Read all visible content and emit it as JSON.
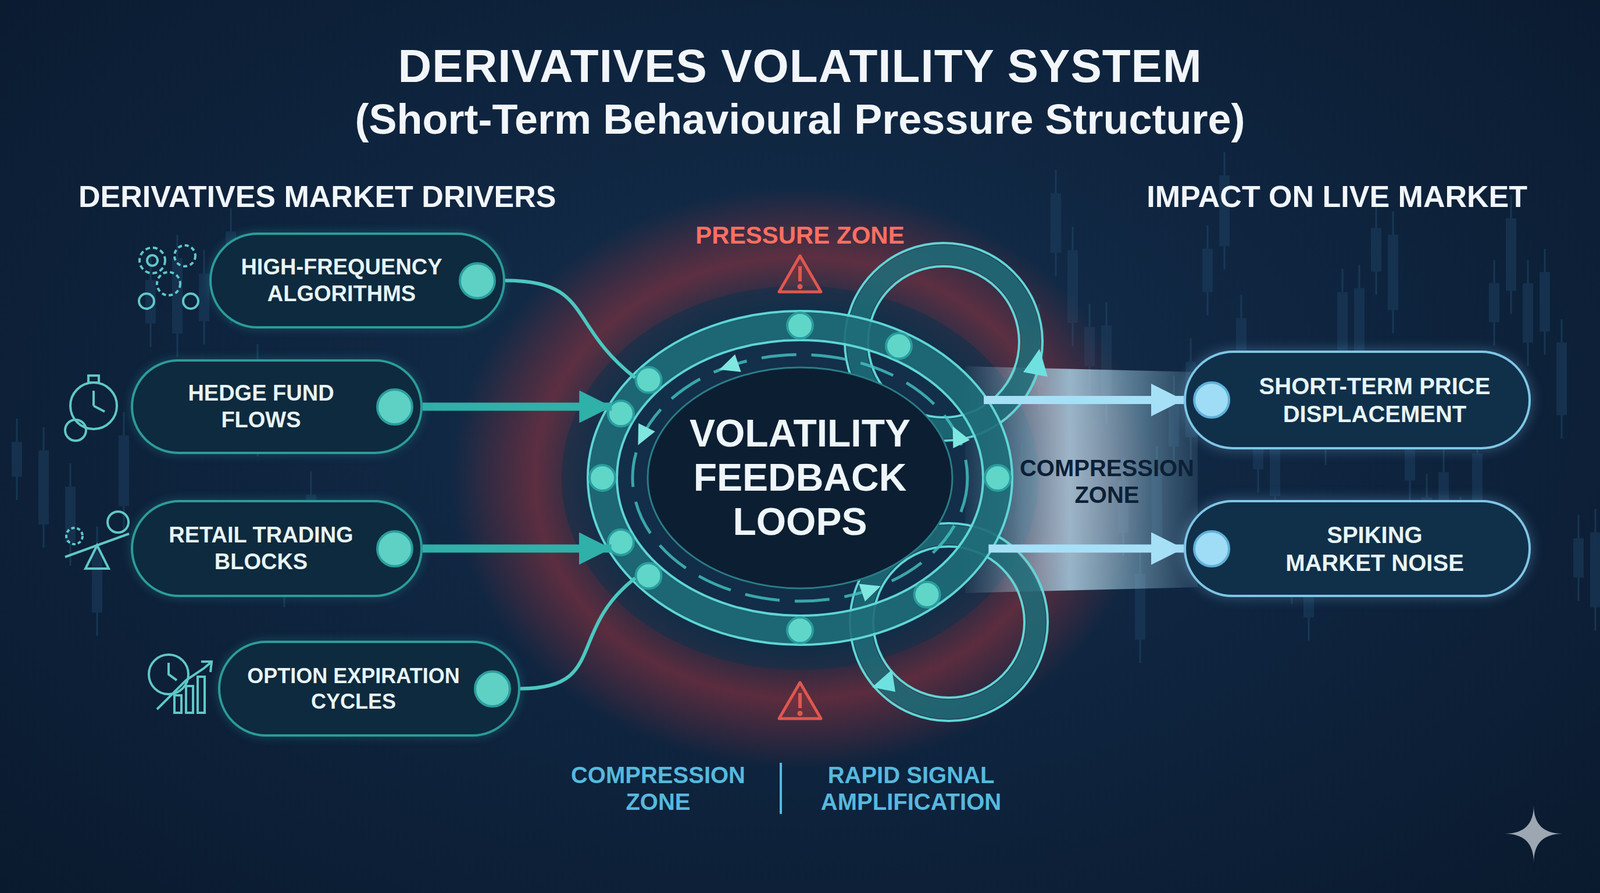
{
  "diagram": {
    "title": "DERIVATIVES VOLATILITY SYSTEM",
    "nodes": [
      {
        "text": [
          "HIGH-FREQUENCY ALGORITHMS"
        ]
      },
      {
        "text": [
          "HEDGE FUND FLOWS"
        ]
      },
      {
        "text": [
          "RETAIL TRADING BLOCKS"
        ]
      },
      {
        "text": [
          "OPTION EXPIRATION CYCLES"
        ]
      },
      {
        "text": [
          "VOLATILITY FEEDBACK LOOPS"
        ]
      },
      {
        "text": [
          "SHORT-TERM PRICE DISPLACEMENT"
        ]
      },
      {
        "text": [
          "SPIKING MARKET NOISE"
        ]
      }
    ],
    "edges": [
      {
        "from": 0,
        "to": 4,
        "arrow": "none"
      },
      {
        "from": 1,
        "to": 4,
        "arrow": "to"
      },
      {
        "from": 2,
        "to": 4,
        "arrow": "to"
      },
      {
        "from": 3,
        "to": 4,
        "arrow": "none"
      },
      {
        "from": 4,
        "to": 5,
        "arrow": "to"
      },
      {
        "from": 4,
        "to": 6,
        "arrow": "to"
      }
    ],
    "labels": [
      "(Short-Term Behavioural Pressure Structure)",
      "DERIVATIVES MARKET DRIVERS",
      "IMPACT ON LIVE MARKET",
      "PRESSURE ZONE",
      "COMPRESSION ZONE",
      "COMPRESSION ZONE",
      "RAPID SIGNAL AMPLIFICATION"
    ]
  }
}
